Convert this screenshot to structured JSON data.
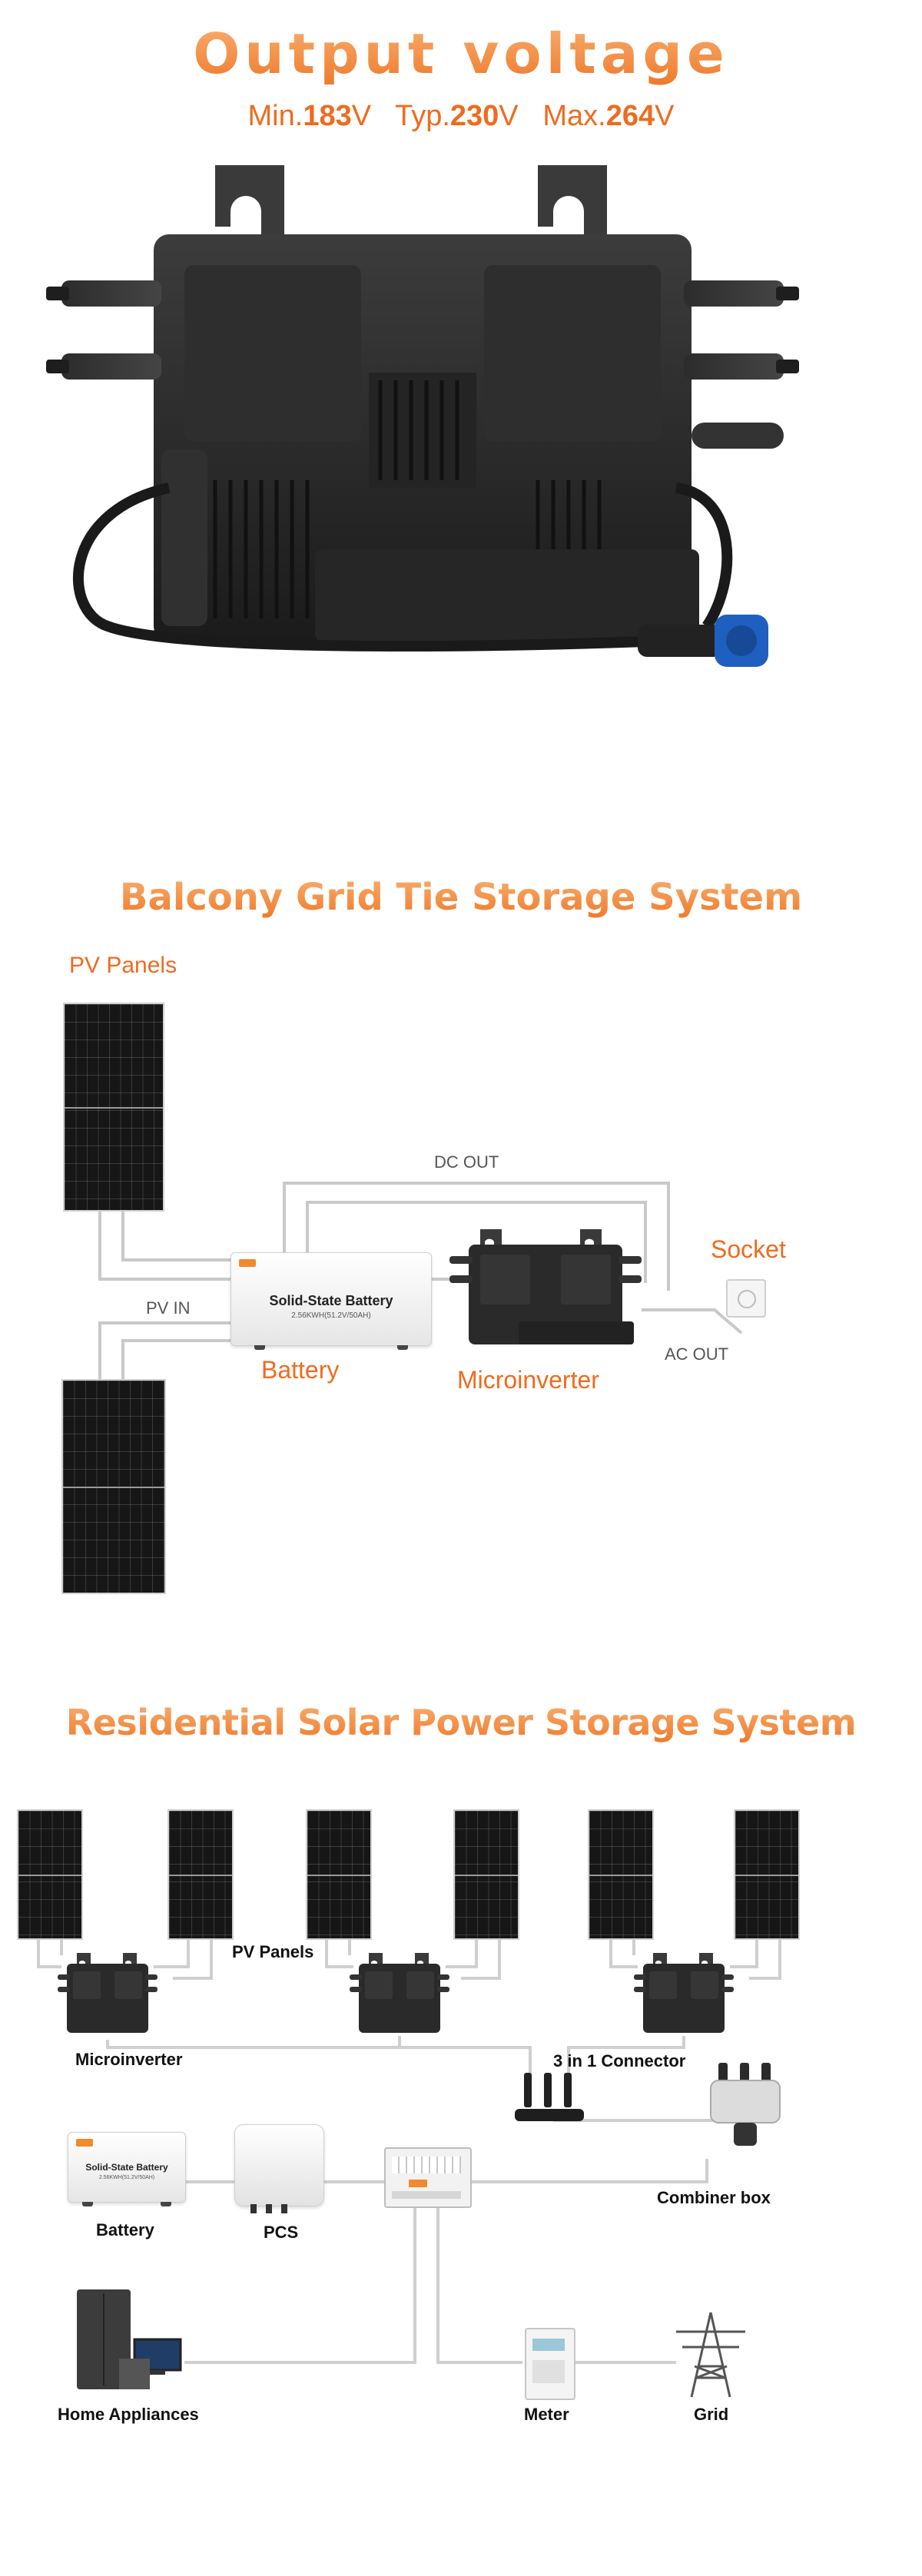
{
  "hero": {
    "title": "Output voltage",
    "specs": [
      {
        "label": "Min.",
        "value": "183",
        "unit": "V"
      },
      {
        "label": "Typ.",
        "value": "230",
        "unit": "V"
      },
      {
        "label": "Max.",
        "value": "264",
        "unit": "V"
      }
    ]
  },
  "balcony": {
    "title": "Balcony Grid Tie Storage System",
    "pv_panels": "PV Panels",
    "dc_out": "DC  OUT",
    "pv_in": "PV IN",
    "socket": "Socket",
    "ac_out": "AC  OUT",
    "battery_label": "Battery",
    "battery_name": "Solid-State Battery",
    "battery_spec": "2.56KWH(51.2V/50AH)",
    "microinverter": "Microinverter"
  },
  "residential": {
    "title": "Residential Solar Power  Storage System",
    "pv_panels": "PV Panels",
    "microinverter": "Microinverter",
    "connector": "3 in 1 Connector",
    "battery_name": "Solid-State Battery",
    "battery_spec": "2.56KWH(51.2V/50AH)",
    "battery": "Battery",
    "pcs": "PCS",
    "combiner": "Combiner box",
    "home": "Home Appliances",
    "meter": "Meter",
    "grid": "Grid"
  },
  "colors": {
    "accent": "#ef6b1f",
    "title_gradient_top": "#f9ae6e",
    "title_gradient_bottom": "#ee7a2c",
    "wire": "#c9c9c9",
    "device": "#2a2a2a",
    "connector_blue": "#1f5fbf"
  }
}
